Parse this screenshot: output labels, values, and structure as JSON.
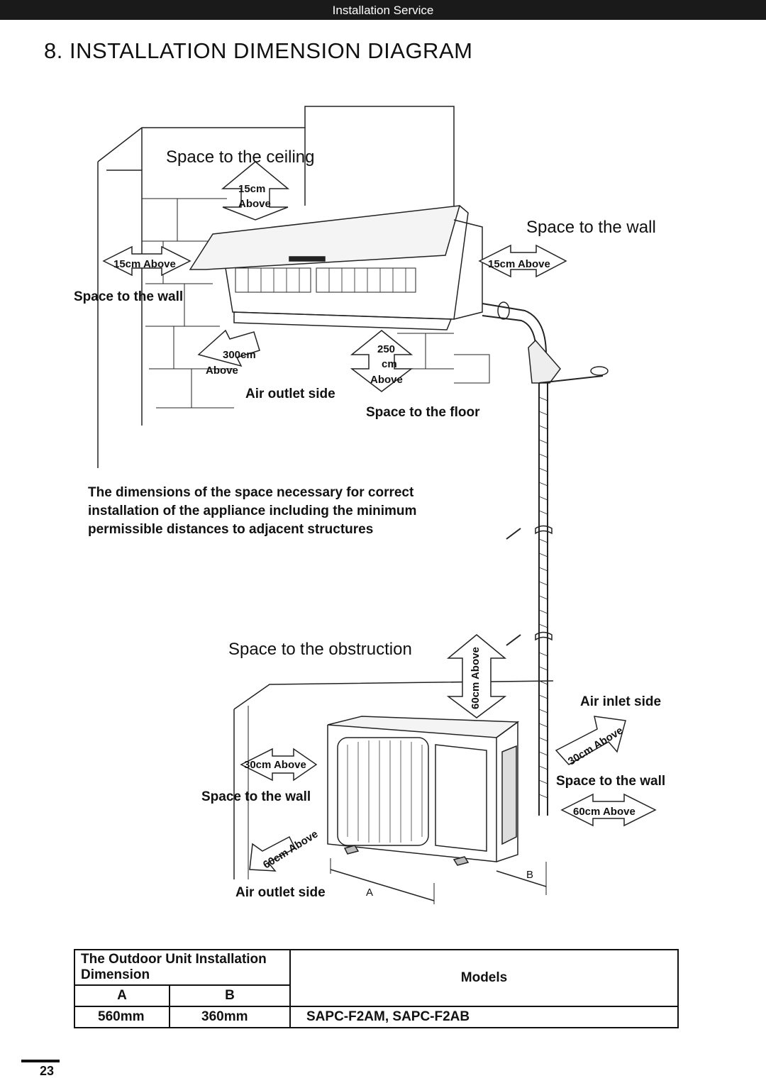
{
  "header": {
    "section": "Installation Service"
  },
  "title": "8.  INSTALLATION DIMENSION DIAGRAM",
  "indoor": {
    "ceiling_label": "Space to the ceiling",
    "ceiling_dist_line1": "15cm",
    "ceiling_dist_line2": "Above",
    "wall_right_label": "Space to the wall",
    "right_dist": "15cm Above",
    "left_dist": "15cm Above",
    "left_wall_label": "Space to the wall",
    "outlet_dist_line1": "300cm",
    "outlet_dist_line2": "Above",
    "outlet_label": "Air outlet side",
    "floor_dist_line1": "250",
    "floor_dist_line2": "cm",
    "floor_dist_line3": "Above",
    "floor_label": "Space to the floor"
  },
  "note": {
    "line1": "The dimensions of the space necessary for correct",
    "line2": "installation of the appliance including the minimum",
    "line3": "permissible distances to adjacent structures"
  },
  "outdoor": {
    "obstruction_label": "Space to the obstruction",
    "top_dist": "60cm Above",
    "inlet_label": "Air inlet side",
    "inlet_dist": "30cm Above",
    "left_dist": "30cm Above",
    "left_wall_label": "Space to the wall",
    "right_wall_label": "Space to the wall",
    "right_dist": "60cm Above",
    "bottom_dist": "60cm Above",
    "outlet_label": "Air outlet side",
    "dim_a": "A",
    "dim_b": "B"
  },
  "table": {
    "header_left": "The Outdoor Unit Installation Dimension",
    "header_right": "Models",
    "col_a": "A",
    "col_b": "B",
    "row": {
      "a": "560mm",
      "b": "360mm",
      "models": "SAPC-F2AM, SAPC-F2AB"
    }
  },
  "page_number": "23"
}
